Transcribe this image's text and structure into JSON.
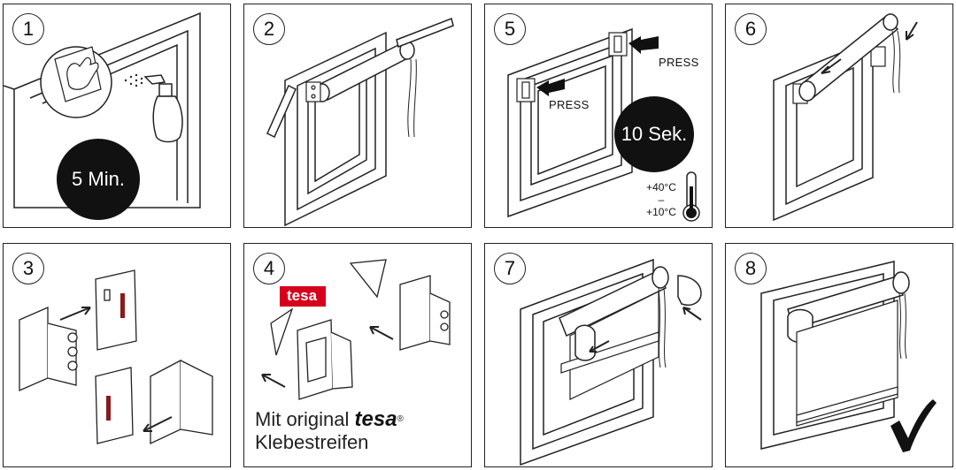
{
  "steps": [
    {
      "number": "1",
      "badge": "5 Min."
    },
    {
      "number": "2"
    },
    {
      "number": "5",
      "press1": "PRESS",
      "press2": "PRESS",
      "badge": "10 Sek.",
      "temp_high": "+40°C",
      "temp_sep": "–",
      "temp_low": "+10°C"
    },
    {
      "number": "6"
    },
    {
      "number": "3"
    },
    {
      "number": "4",
      "brand": "tesa",
      "caption_line1": "Mit original",
      "caption_brand": "tesa",
      "caption_line2": "Klebestreifen"
    },
    {
      "number": "7"
    },
    {
      "number": "8"
    }
  ],
  "colors": {
    "line": "#222222",
    "badge_fill": "#111111",
    "tesa_red": "#d6001c",
    "adhesive_red": "#8b1a1a"
  },
  "icons": [
    "hand-wiping-icon",
    "spray-bottle-icon",
    "thermometer-icon",
    "checkmark-icon",
    "arrow-icon"
  ]
}
